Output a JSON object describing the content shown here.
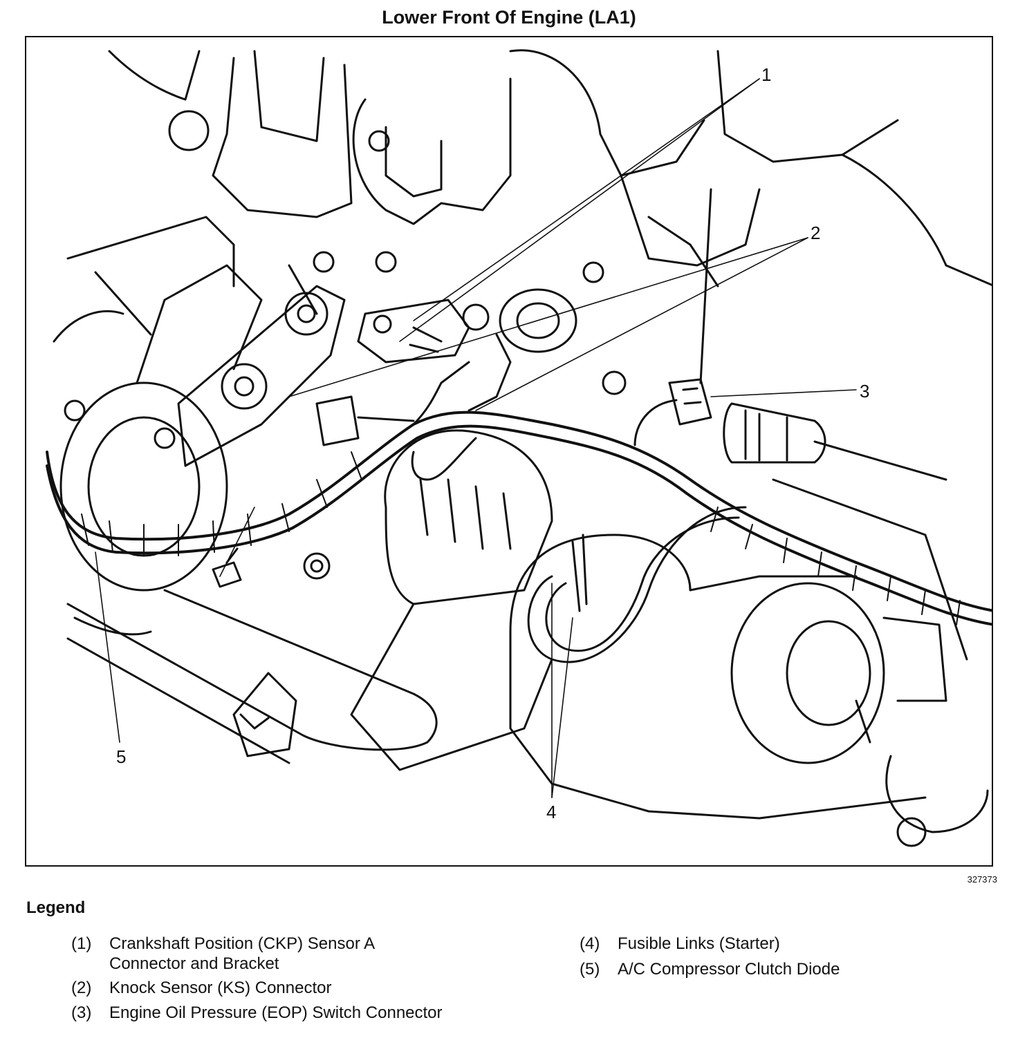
{
  "title": "Lower Front Of Engine (LA1)",
  "figure_id": "327373",
  "callouts": [
    "1",
    "2",
    "3",
    "4",
    "5"
  ],
  "legend": {
    "heading": "Legend",
    "items": [
      {
        "num": "(1)",
        "lines": [
          "Crankshaft Position (CKP) Sensor A",
          "Connector and Bracket"
        ]
      },
      {
        "num": "(2)",
        "lines": [
          "Knock Sensor (KS) Connector"
        ]
      },
      {
        "num": "(3)",
        "lines": [
          "Engine Oil Pressure (EOP) Switch Connector"
        ]
      },
      {
        "num": "(4)",
        "lines": [
          "Fusible Links (Starter)"
        ]
      },
      {
        "num": "(5)",
        "lines": [
          "A/C Compressor Clutch Diode"
        ]
      }
    ]
  }
}
